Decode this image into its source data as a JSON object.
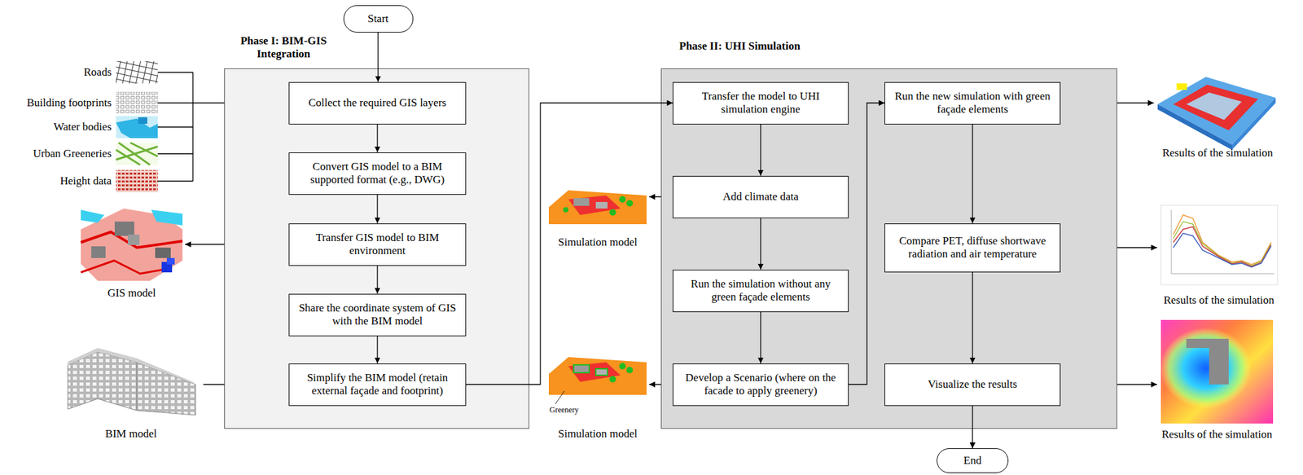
{
  "diagram": {
    "nodes": [
      {
        "text": [
          "Start"
        ]
      },
      {
        "text": [
          "Phase I: BIM-GIS Integration"
        ]
      },
      {
        "text": [
          "Collect the required GIS layers"
        ],
        "in": 1
      },
      {
        "text": [
          "Convert GIS model to a BIM supported format (e.g., DWG)"
        ],
        "in": 1
      },
      {
        "text": [
          "Transfer GIS model to BIM environment"
        ],
        "in": 1
      },
      {
        "text": [
          "Share the coordinate system of GIS with the BIM model"
        ],
        "in": 1
      },
      {
        "text": [
          "Simplify the BIM model (retain external façade and footprint)"
        ],
        "in": 1
      },
      {
        "text": [
          "Phase II: UHI Simulation"
        ]
      },
      {
        "text": [
          "Transfer the model to UHI simulation engine"
        ],
        "in": 7
      },
      {
        "text": [
          "Add climate data"
        ],
        "in": 7
      },
      {
        "text": [
          "Run the simulation without any green façade elements"
        ],
        "in": 7
      },
      {
        "text": [
          "Develop a Scenario (where on the facade to apply greenery)"
        ],
        "in": 7
      },
      {
        "text": [
          "Run the new simulation with green façade elements"
        ],
        "in": 7
      },
      {
        "text": [
          "Compare PET, diffuse shortwave radiation and air temperature"
        ],
        "in": 7
      },
      {
        "text": [
          "Visualize the results"
        ],
        "in": 7
      },
      {
        "text": [
          "End"
        ]
      }
    ],
    "edges": [
      {
        "from": 0,
        "to": 2,
        "arrow": "to"
      },
      {
        "from": 2,
        "to": 3,
        "arrow": "to"
      },
      {
        "from": 3,
        "to": 4,
        "arrow": "to"
      },
      {
        "from": 4,
        "to": 5,
        "arrow": "to"
      },
      {
        "from": 5,
        "to": 6,
        "arrow": "to"
      },
      {
        "from": 6,
        "to": 8,
        "arrow": "to"
      },
      {
        "from": 8,
        "to": 9,
        "arrow": "to"
      },
      {
        "from": 9,
        "to": 10,
        "arrow": "to"
      },
      {
        "from": 10,
        "to": 11,
        "arrow": "to"
      },
      {
        "from": 11,
        "to": 12,
        "arrow": "to"
      },
      {
        "from": 12,
        "to": 13,
        "arrow": "to"
      },
      {
        "from": 13,
        "to": 14,
        "arrow": "to"
      },
      {
        "from": 14,
        "to": 15,
        "arrow": "to"
      }
    ],
    "labels": [
      "Roads",
      "Building footprints",
      "Water bodies",
      "Urban Greeneries",
      "Height data",
      "GIS model",
      "BIM model",
      "Simulation model",
      "Greenery",
      "Simulation model",
      "Results of the simulation",
      "Results of the simulation",
      "Results of the simulation"
    ]
  }
}
